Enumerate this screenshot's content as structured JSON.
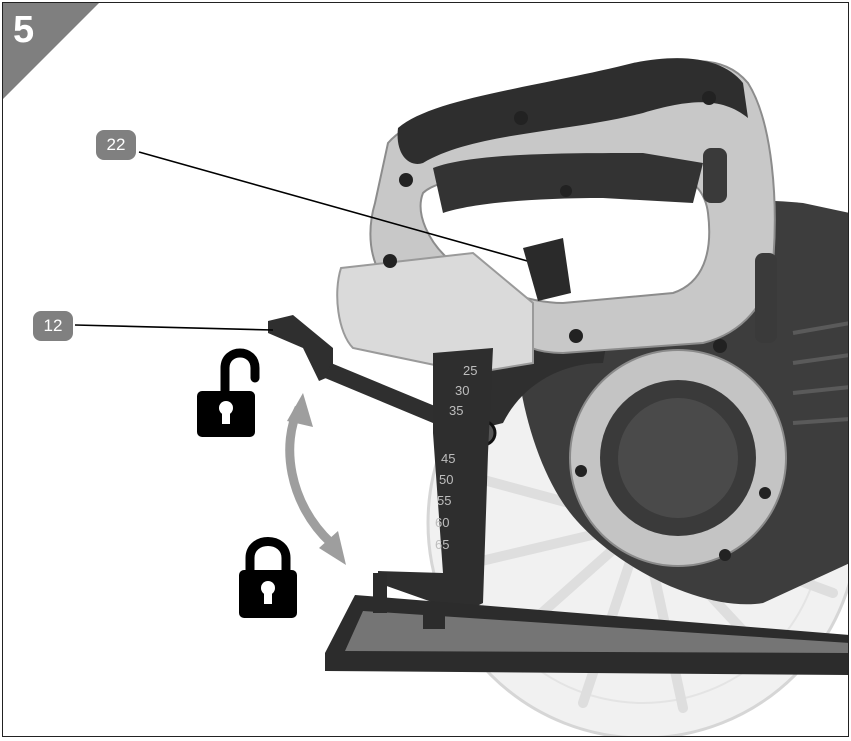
{
  "step": {
    "number": "5"
  },
  "callouts": [
    {
      "id": "22",
      "label": "22"
    },
    {
      "id": "12",
      "label": "12"
    }
  ],
  "scale": {
    "marks": [
      "25",
      "30",
      "35",
      "45",
      "50",
      "55",
      "60",
      "65"
    ]
  },
  "icons": {
    "unlock": "padlock-open-icon",
    "lock": "padlock-closed-icon",
    "arrow": "double-curved-arrow-icon"
  },
  "colors": {
    "corner": "#7f7f7f",
    "callout": "#808080",
    "body_light": "#c9c9c9",
    "body_dark": "#3a3a3a",
    "arrow": "#9e9e9e"
  }
}
